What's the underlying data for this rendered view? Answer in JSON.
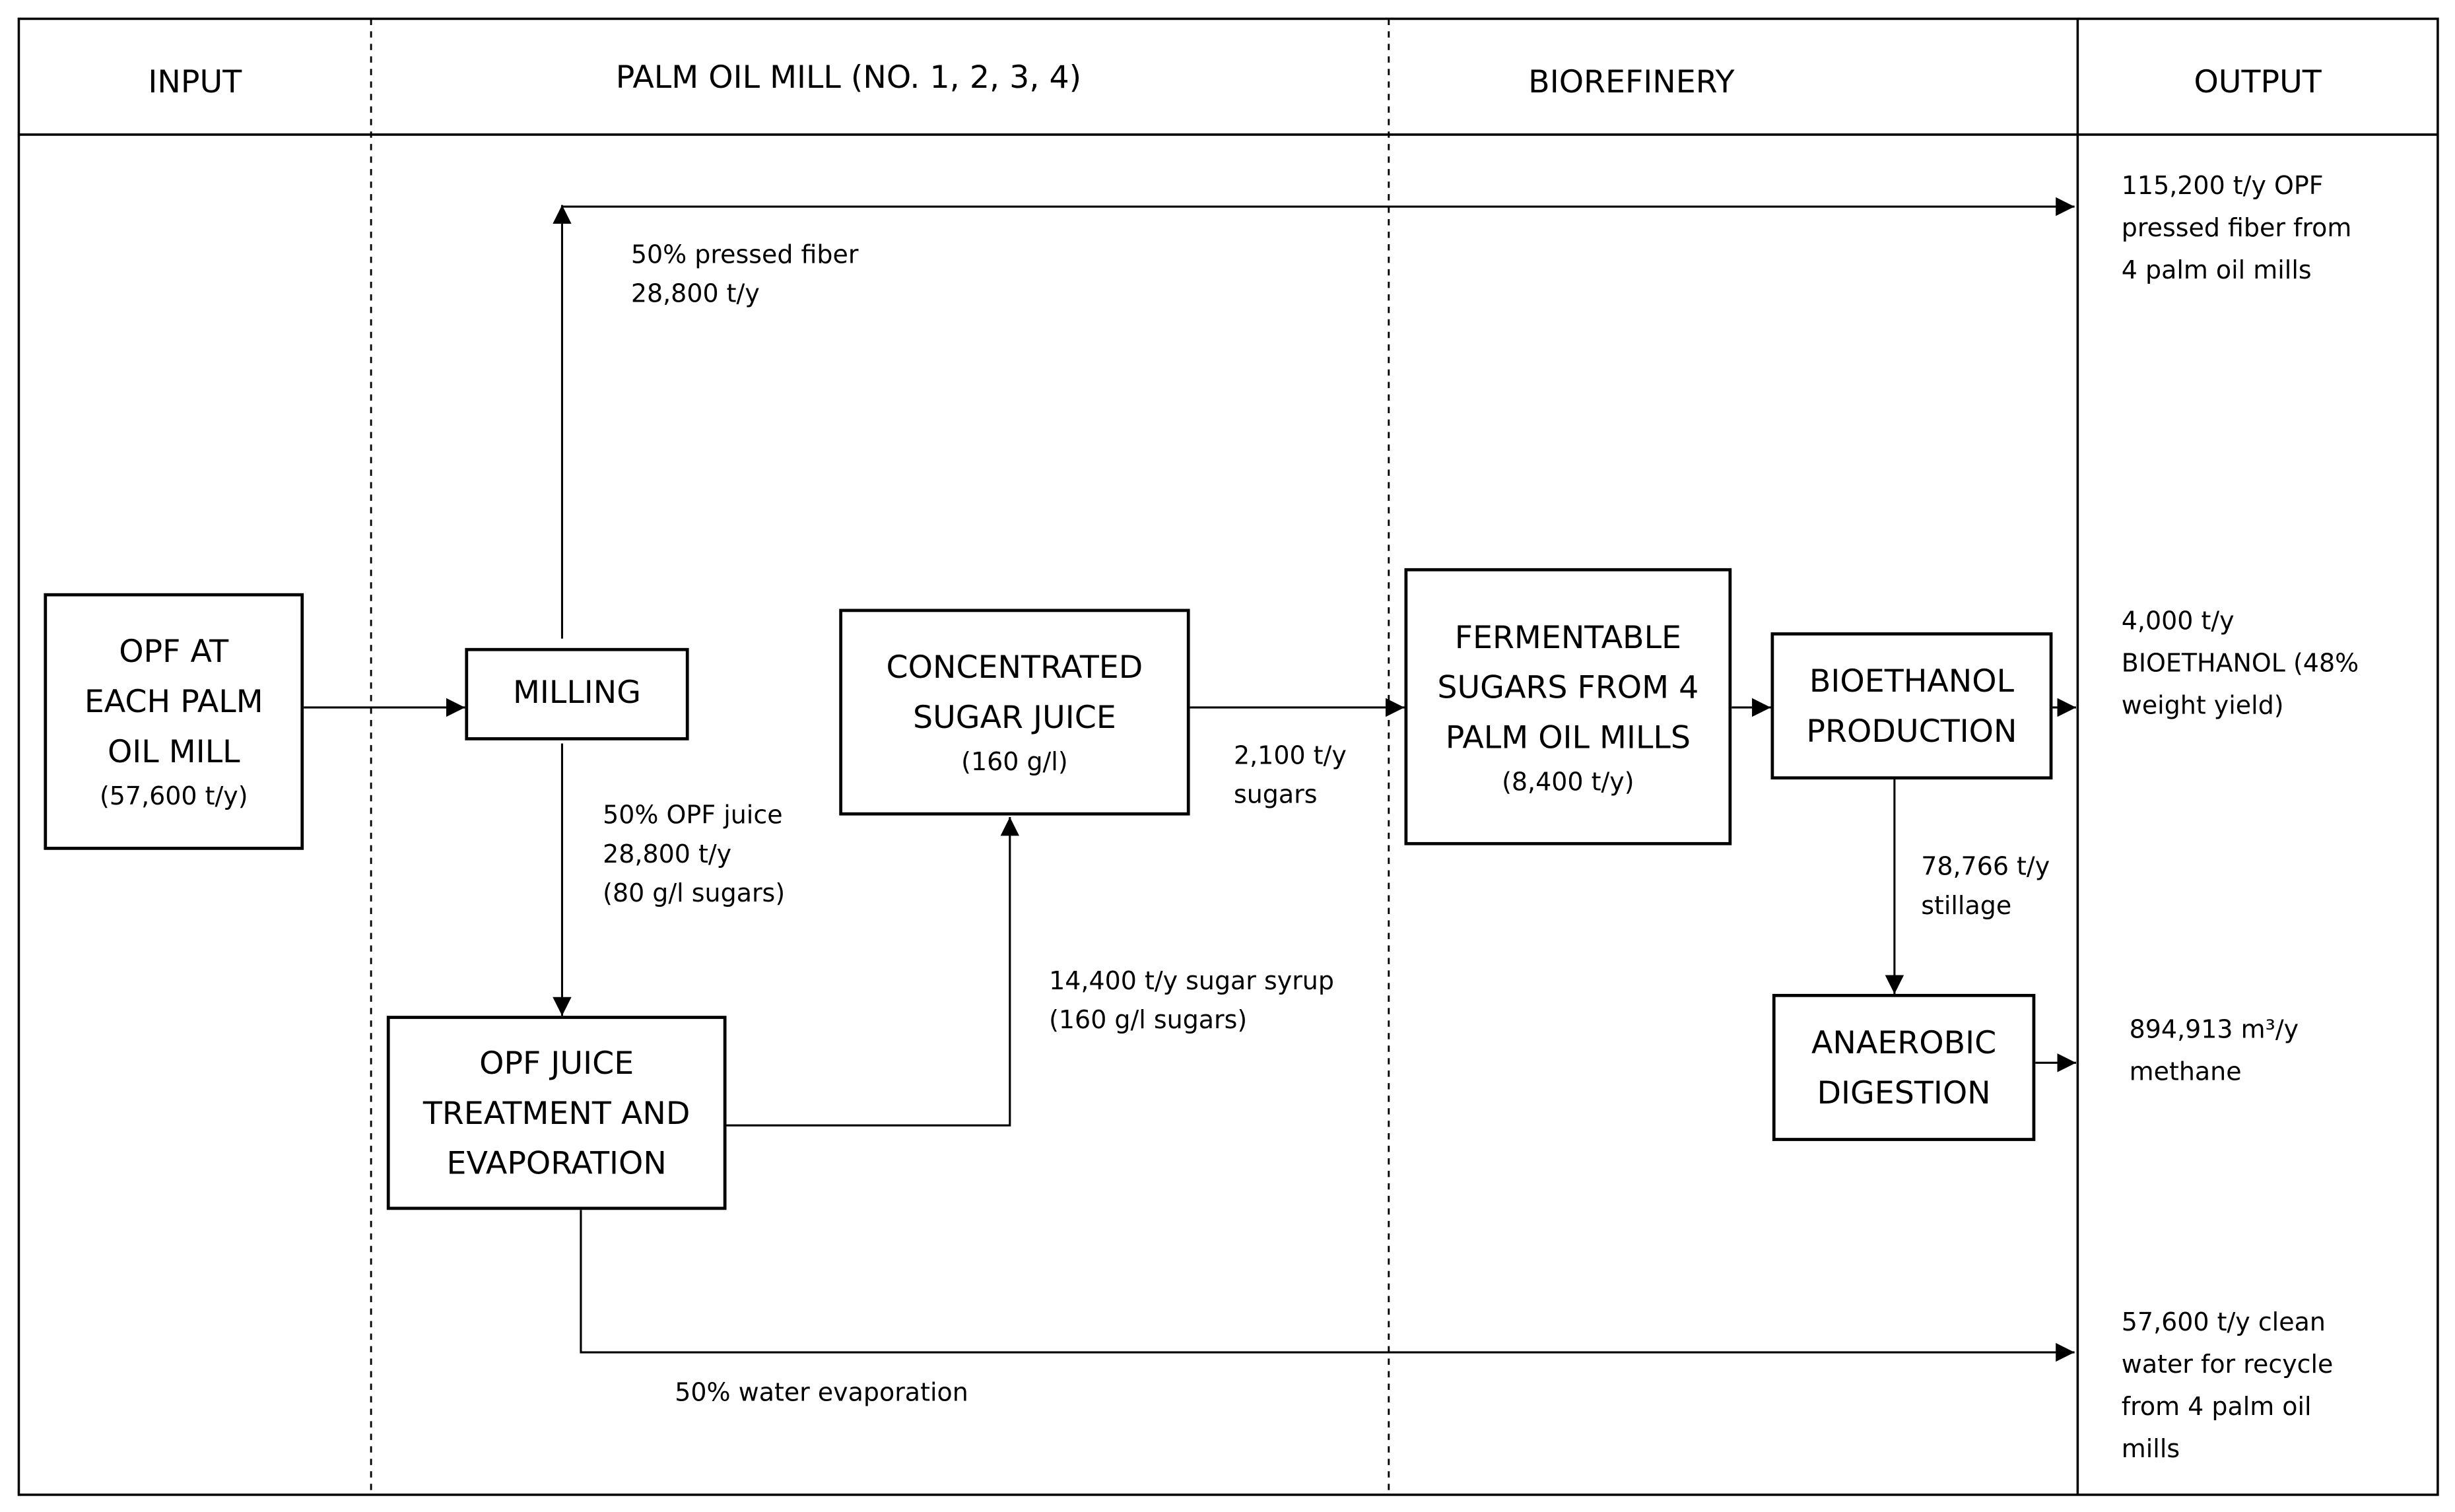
{
  "headers": {
    "input": "INPUT",
    "mill": "PALM OIL MILL (NO. 1, 2, 3, 4)",
    "biorefinery": "BIOREFINERY",
    "output": "OUTPUT"
  },
  "boxes": {
    "opf": {
      "lines": [
        "OPF AT",
        "EACH PALM",
        "OIL MILL"
      ],
      "sub": "(57,600 t/y)"
    },
    "milling": {
      "lines": [
        "MILLING"
      ]
    },
    "treatment": {
      "lines": [
        "OPF JUICE",
        "TREATMENT AND",
        "EVAPORATION"
      ]
    },
    "concentrated": {
      "lines": [
        "CONCENTRATED",
        "SUGAR JUICE"
      ],
      "sub": "(160 g/l)"
    },
    "fermentable": {
      "lines": [
        "FERMENTABLE",
        "SUGARS FROM 4",
        "PALM OIL MILLS"
      ],
      "sub": "(8,400 t/y)"
    },
    "bioethanol": {
      "lines": [
        "BIOETHANOL",
        "PRODUCTION"
      ]
    },
    "anaerobic": {
      "lines": [
        "ANAEROBIC",
        "DIGESTION"
      ]
    }
  },
  "flows": {
    "pressed_fiber": [
      "50% pressed fiber",
      "28,800 t/y"
    ],
    "opf_juice": [
      "50% OPF juice",
      "28,800 t/y",
      "(80 g/l sugars)"
    ],
    "sugar_syrup": [
      "14,400 t/y sugar syrup",
      "(160 g/l sugars)"
    ],
    "sugars": [
      "2,100 t/y",
      "sugars"
    ],
    "stillage": [
      "78,766 t/y",
      "stillage"
    ],
    "water": [
      "50% water evaporation"
    ]
  },
  "outputs": {
    "fiber": [
      "115,200 t/y OPF",
      "pressed fiber from",
      "4 palm oil mills"
    ],
    "bioethanol": [
      "4,000 t/y",
      "BIOETHANOL (48%",
      "weight yield)"
    ],
    "methane": [
      "894,913 m³/y",
      "methane"
    ],
    "water": [
      "57,600 t/y clean",
      "water for recycle",
      "from 4 palm oil",
      "mills"
    ]
  }
}
